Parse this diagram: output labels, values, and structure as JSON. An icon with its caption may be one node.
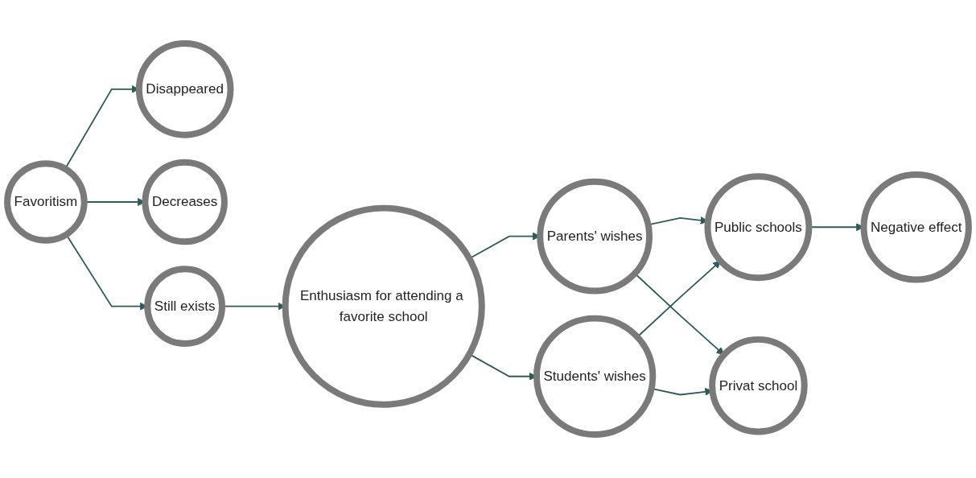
{
  "diagram": {
    "nodes": [
      {
        "text": [
          "Favoritism"
        ]
      },
      {
        "text": [
          "Disappeared"
        ]
      },
      {
        "text": [
          "Decreases"
        ]
      },
      {
        "text": [
          "Still exists"
        ]
      },
      {
        "text": [
          "Enthusiasm for attending a favorite school"
        ]
      },
      {
        "text": [
          "Parents' wishes"
        ]
      },
      {
        "text": [
          "Students' wishes"
        ]
      },
      {
        "text": [
          "Public schools"
        ]
      },
      {
        "text": [
          "Privat school"
        ]
      },
      {
        "text": [
          "Negative effect"
        ]
      }
    ],
    "edges": [
      {
        "from": 0,
        "to": 1,
        "arrow": "to"
      },
      {
        "from": 0,
        "to": 2,
        "arrow": "to"
      },
      {
        "from": 0,
        "to": 3,
        "arrow": "to"
      },
      {
        "from": 3,
        "to": 4,
        "arrow": "to"
      },
      {
        "from": 4,
        "to": 5,
        "arrow": "to"
      },
      {
        "from": 4,
        "to": 6,
        "arrow": "to"
      },
      {
        "from": 5,
        "to": 7,
        "arrow": "to"
      },
      {
        "from": 5,
        "to": 8,
        "arrow": "to"
      },
      {
        "from": 6,
        "to": 7,
        "arrow": "to"
      },
      {
        "from": 6,
        "to": 8,
        "arrow": "to"
      },
      {
        "from": 7,
        "to": 9,
        "arrow": "to"
      }
    ]
  }
}
